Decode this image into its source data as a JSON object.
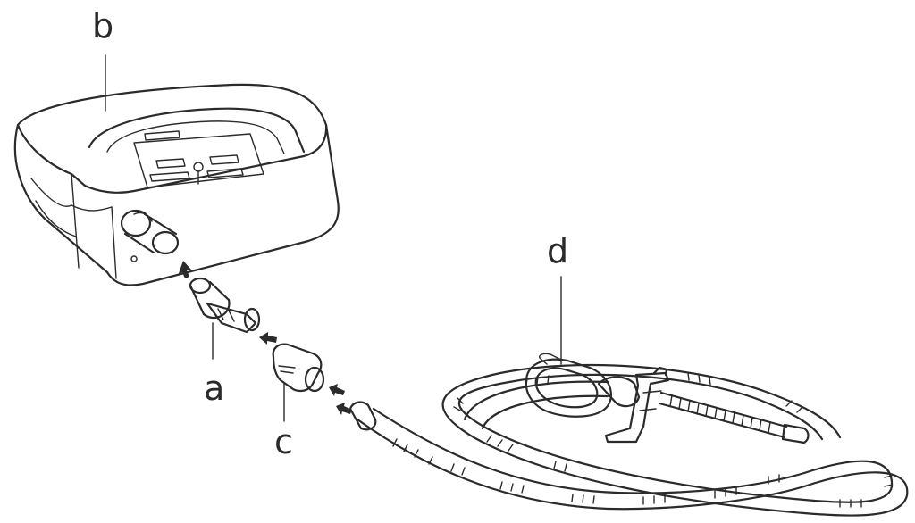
{
  "callouts": {
    "a": "a",
    "b": "b",
    "c": "c",
    "d": "d"
  },
  "parts": [
    {
      "id": "a",
      "label": "a"
    },
    {
      "id": "b",
      "label": "b"
    },
    {
      "id": "c",
      "label": "c"
    },
    {
      "id": "d",
      "label": "d"
    }
  ],
  "colors": {
    "ink": "#2b2b2b",
    "background": "#ffffff"
  }
}
